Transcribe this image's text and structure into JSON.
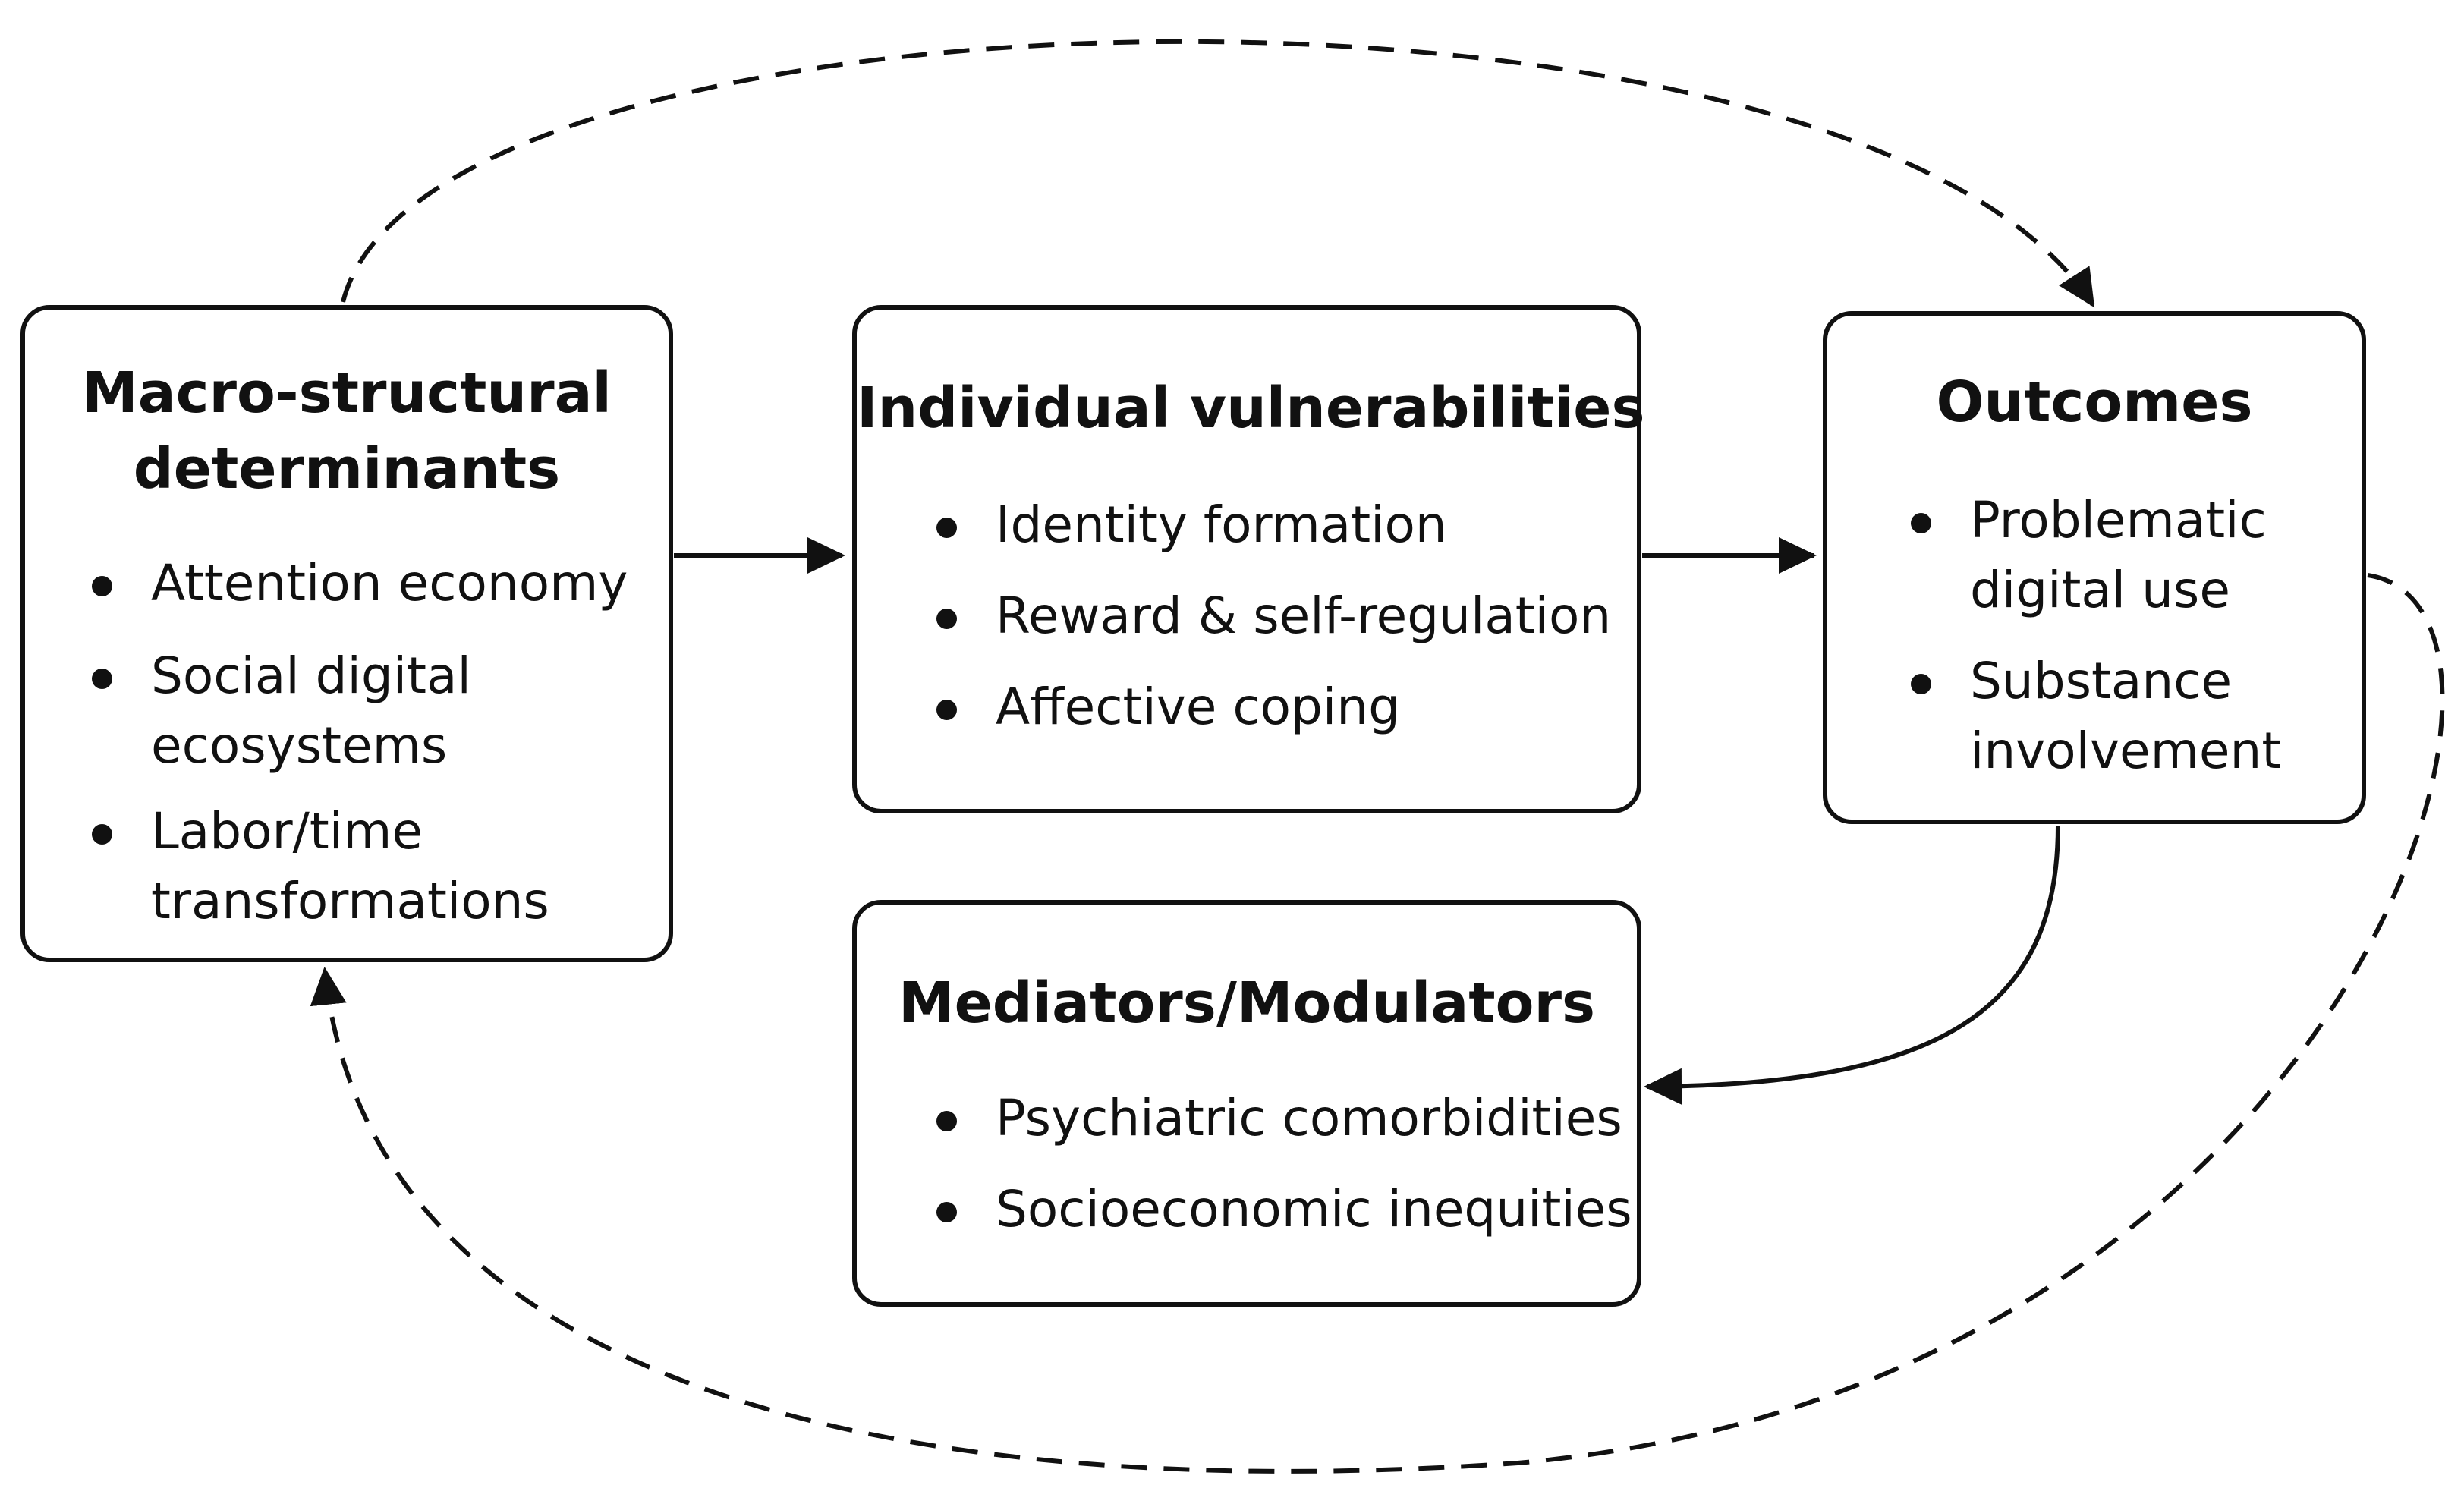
{
  "boxes": {
    "macro": {
      "title_lines": [
        "Macro-structural",
        "determinants"
      ],
      "items": [
        {
          "lines": [
            "Attention economy"
          ]
        },
        {
          "lines": [
            "Social digital",
            "ecosystems"
          ]
        },
        {
          "lines": [
            "Labor/time",
            "transformations"
          ]
        }
      ]
    },
    "individual": {
      "title": "Individual vulnerabilities",
      "items": [
        {
          "lines": [
            "Identity formation"
          ]
        },
        {
          "lines": [
            "Reward & self-regulation"
          ]
        },
        {
          "lines": [
            "Affective coping"
          ]
        }
      ]
    },
    "outcomes": {
      "title": "Outcomes",
      "items": [
        {
          "lines": [
            "Problematic",
            "digital use"
          ]
        },
        {
          "lines": [
            "Substance",
            "involvement"
          ]
        }
      ]
    },
    "mediators": {
      "title": "Mediators/Modulators",
      "items": [
        {
          "lines": [
            "Psychiatric comorbidities"
          ]
        },
        {
          "lines": [
            "Socioeconomic inequities"
          ]
        }
      ]
    }
  },
  "connectors": [
    {
      "from": "macro",
      "to": "individual",
      "style": "solid"
    },
    {
      "from": "individual",
      "to": "outcomes",
      "style": "solid"
    },
    {
      "from": "outcomes",
      "to": "mediators",
      "style": "solid"
    },
    {
      "from": "macro",
      "to": "outcomes",
      "style": "dashed"
    },
    {
      "from": "outcomes",
      "to": "macro",
      "style": "dashed"
    }
  ],
  "colors": {
    "stroke": "#111111",
    "background": "#ffffff"
  }
}
